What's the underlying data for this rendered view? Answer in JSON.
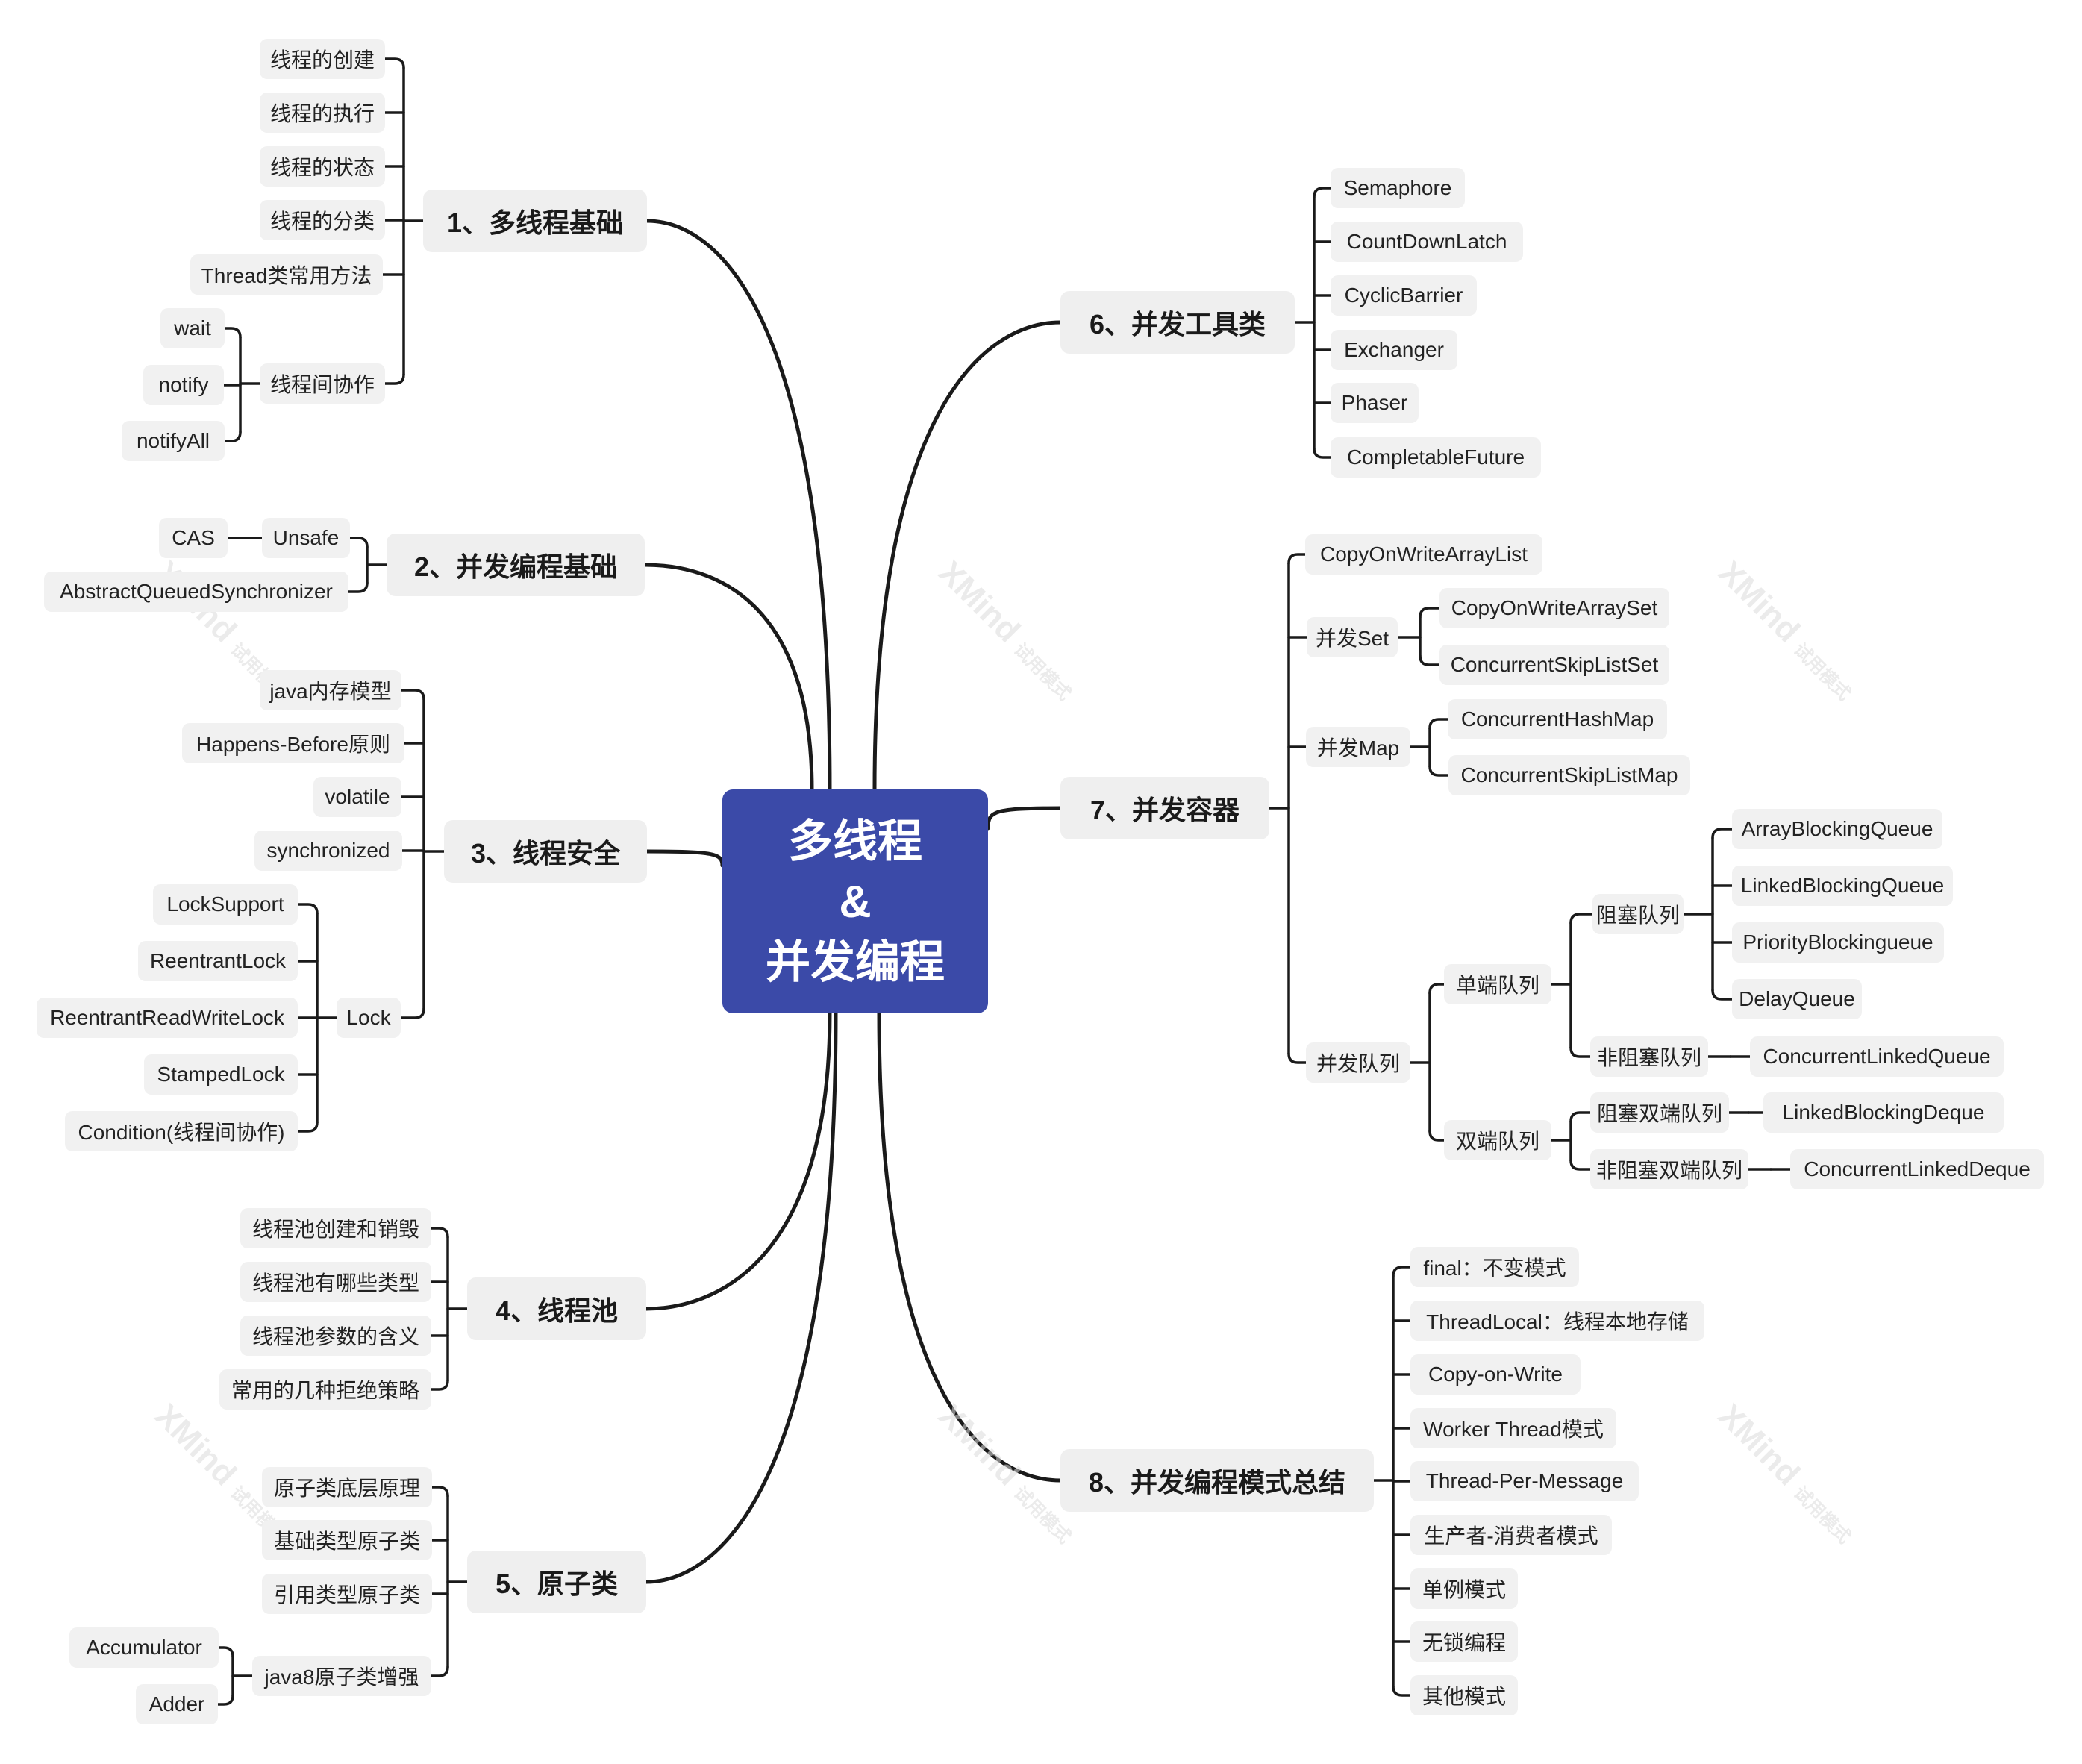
{
  "root": {
    "line1": "多线程",
    "line2": "&",
    "line3": "并发编程"
  },
  "nodes": {
    "b1": "1、多线程基础",
    "b1_1": "线程的创建",
    "b1_2": "线程的执行",
    "b1_3": "线程的状态",
    "b1_4": "线程的分类",
    "b1_5": "Thread类常用方法",
    "b1_6": "线程间协作",
    "b1_6a": "wait",
    "b1_6b": "notify",
    "b1_6c": "notifyAll",
    "b2": "2、并发编程基础",
    "b2_1": "Unsafe",
    "b2_1a": "CAS",
    "b2_2": "AbstractQueuedSynchronizer",
    "b3": "3、线程安全",
    "b3_1": "java内存模型",
    "b3_2": "Happens-Before原则",
    "b3_3": "volatile",
    "b3_4": "synchronized",
    "b3_5": "Lock",
    "b3_5a": "LockSupport",
    "b3_5b": "ReentrantLock",
    "b3_5c": "ReentrantReadWriteLock",
    "b3_5d": "StampedLock",
    "b3_5e": "Condition(线程间协作)",
    "b4": "4、线程池",
    "b4_1": "线程池创建和销毁",
    "b4_2": "线程池有哪些类型",
    "b4_3": "线程池参数的含义",
    "b4_4": "常用的几种拒绝策略",
    "b5": "5、原子类",
    "b5_1": "原子类底层原理",
    "b5_2": "基础类型原子类",
    "b5_3": "引用类型原子类",
    "b5_4": "java8原子类增强",
    "b5_4a": "Accumulator",
    "b5_4b": "Adder",
    "b6": "6、并发工具类",
    "b6_1": "Semaphore",
    "b6_2": "CountDownLatch",
    "b6_3": "CyclicBarrier",
    "b6_4": "Exchanger",
    "b6_5": "Phaser",
    "b6_6": "CompletableFuture",
    "b7": "7、并发容器",
    "b7_1": "CopyOnWriteArrayList",
    "b7_2": "并发Set",
    "b7_2a": "CopyOnWriteArraySet",
    "b7_2b": "ConcurrentSkipListSet",
    "b7_3": "并发Map",
    "b7_3a": "ConcurrentHashMap",
    "b7_3b": "ConcurrentSkipListMap",
    "b7_4": "并发队列",
    "b7_4a": "单端队列",
    "b7_4a1": "阻塞队列",
    "b7_4a1a": "ArrayBlockingQueue",
    "b7_4a1b": "LinkedBlockingQueue",
    "b7_4a1c": "PriorityBlockingueue",
    "b7_4a1d": "DelayQueue",
    "b7_4a2": "非阻塞队列",
    "b7_4a2a": "ConcurrentLinkedQueue",
    "b7_4b": "双端队列",
    "b7_4b1": "阻塞双端队列",
    "b7_4b1a": "LinkedBlockingDeque",
    "b7_4b2": "非阻塞双端队列",
    "b7_4b2a": "ConcurrentLinkedDeque",
    "b8": "8、并发编程模式总结",
    "b8_1": "final：不变模式",
    "b8_2": "ThreadLocal：线程本地存储",
    "b8_3": "Copy-on-Write",
    "b8_4": "Worker Thread模式",
    "b8_5": "Thread-Per-Message",
    "b8_6": "生产者-消费者模式",
    "b8_7": "单例模式",
    "b8_8": "无锁编程",
    "b8_9": "其他模式"
  },
  "watermark": {
    "brand": "XMind",
    "sub": "试用模式"
  },
  "colors": {
    "root": "#3b4aa8",
    "node": "#f1f1f1",
    "line": "#1a1a1a"
  }
}
